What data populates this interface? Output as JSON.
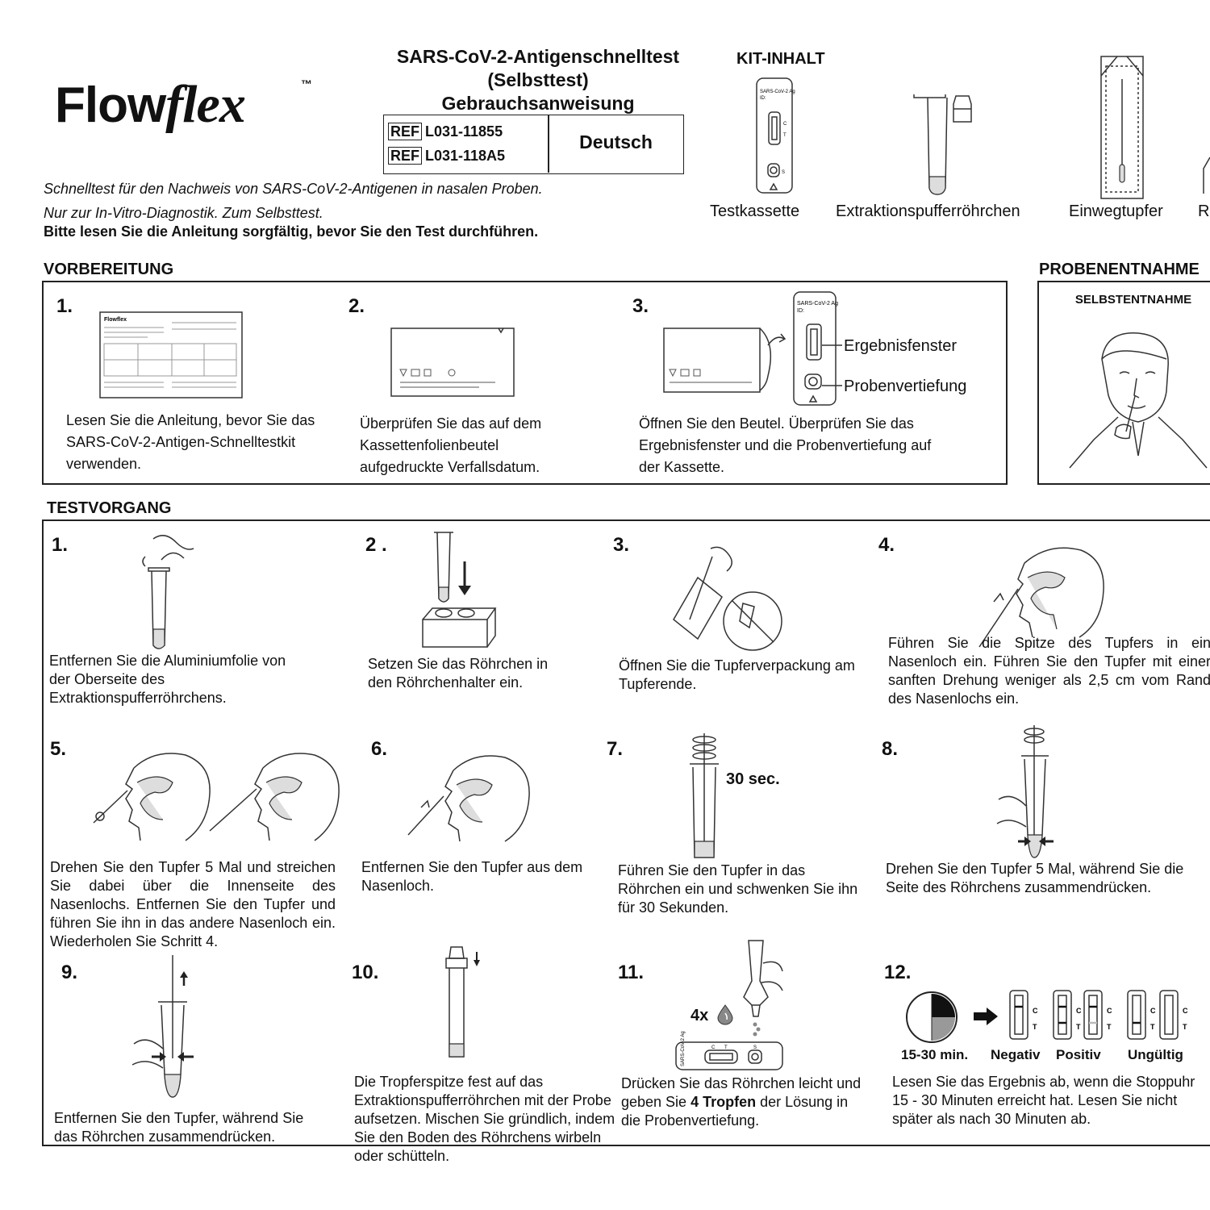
{
  "header": {
    "logo_text_1": "Flow",
    "logo_text_2": "flex",
    "logo_tm": "™",
    "title_line1": "SARS-CoV-2-Antigenschnelltest",
    "title_line2": "(Selbsttest)",
    "title_line3": "Gebrauchsanweisung",
    "ref_label": "REF",
    "ref1": "L031-11855",
    "ref2": "L031-118A5",
    "language": "Deutsch",
    "intro_line1": "Schnelltest für den Nachweis von SARS-CoV-2-Antigenen in nasalen Proben.",
    "intro_line2": "Nur zur In-Vitro-Diagnostik. Zum Selbsttest.",
    "intro_line3": "Bitte lesen Sie die Anleitung sorgfältig, bevor Sie den Test durchführen."
  },
  "kit": {
    "title": "KIT-INHALT",
    "items": [
      "Testkassette",
      "Extraktionspufferröhrchen",
      "Einwegtupfer",
      "R"
    ],
    "cassette_label": "SARS-CoV-2 Ag",
    "cassette_id": "ID:"
  },
  "vorbereitung": {
    "title": "VORBEREITUNG",
    "steps": [
      {
        "num": "1.",
        "text": "Lesen Sie die Anleitung, bevor Sie das SARS-CoV-2-Antigen-Schnelltestkit verwenden."
      },
      {
        "num": "2.",
        "text": "Überprüfen Sie das auf dem Kassettenfolienbeutel aufgedruckte Verfallsdatum."
      },
      {
        "num": "3.",
        "text": "Öffnen Sie den Beutel. Überprüfen Sie das Ergebnisfenster und die Probenvertiefung auf der Kassette."
      }
    ],
    "label_result_window": "Ergebnisfenster",
    "label_sample_well": "Probenvertiefung"
  },
  "probenentnahme": {
    "title": "PROBENENTNAHME",
    "subtitle": "SELBSTENTNAHME"
  },
  "testvorgang": {
    "title": "TESTVORGANG",
    "steps": [
      {
        "num": "1.",
        "text": "Entfernen Sie die Aluminiumfolie von der Oberseite des Extraktionspufferröhrchens."
      },
      {
        "num": "2 .",
        "text": "Setzen Sie das Röhrchen in den Röhrchenhalter ein."
      },
      {
        "num": "3.",
        "text": "Öffnen Sie die Tupferverpackung am Tupferende."
      },
      {
        "num": "4.",
        "text": "Führen Sie die Spitze des Tupfers in ein Nasenloch ein. Führen Sie den Tupfer mit einer sanften Drehung weniger als 2,5 cm vom Rand des Nasenlochs ein."
      },
      {
        "num": "5.",
        "text": "Drehen Sie den Tupfer 5 Mal und streichen Sie dabei über die Innenseite des Nasenlochs. Entfernen Sie den Tupfer und führen Sie ihn in das andere Nasenloch ein. Wiederholen Sie Schritt 4."
      },
      {
        "num": "6.",
        "text": "Entfernen Sie den Tupfer aus dem Nasenloch."
      },
      {
        "num": "7.",
        "text": "Führen Sie den Tupfer in das Röhrchen ein und schwenken Sie ihn für 30 Sekunden."
      },
      {
        "num": "8.",
        "text": "Drehen Sie den Tupfer 5 Mal, während Sie die Seite des Röhrchens zusammendrücken."
      },
      {
        "num": "9.",
        "text": "Entfernen Sie den Tupfer, während Sie das Röhrchen zusammendrücken."
      },
      {
        "num": "10.",
        "text": "Die Tropferspitze fest auf das Extraktionspufferröhrchen mit der Probe aufsetzen. Mischen Sie gründlich, indem Sie den Boden des Röhrchens wirbeln oder schütteln."
      },
      {
        "num": "11.",
        "text_a": "Drücken Sie das Röhrchen leicht und geben Sie ",
        "text_b": "4 Tropfen",
        "text_c": " der Lösung in die Probenvertiefung."
      },
      {
        "num": "12.",
        "text": "Lesen Sie das Ergebnis ab, wenn die Stoppuhr 15 - 30 Minuten erreicht hat. Lesen Sie nicht später als nach 30 Minuten ab."
      }
    ],
    "step7_time": "30 sec.",
    "step11_drops": "4x",
    "result_time": "15-30 min.",
    "result_negative": "Negativ",
    "result_positive": "Positiv",
    "result_invalid": "Ungültig",
    "line_c": "C",
    "line_t": "T"
  }
}
